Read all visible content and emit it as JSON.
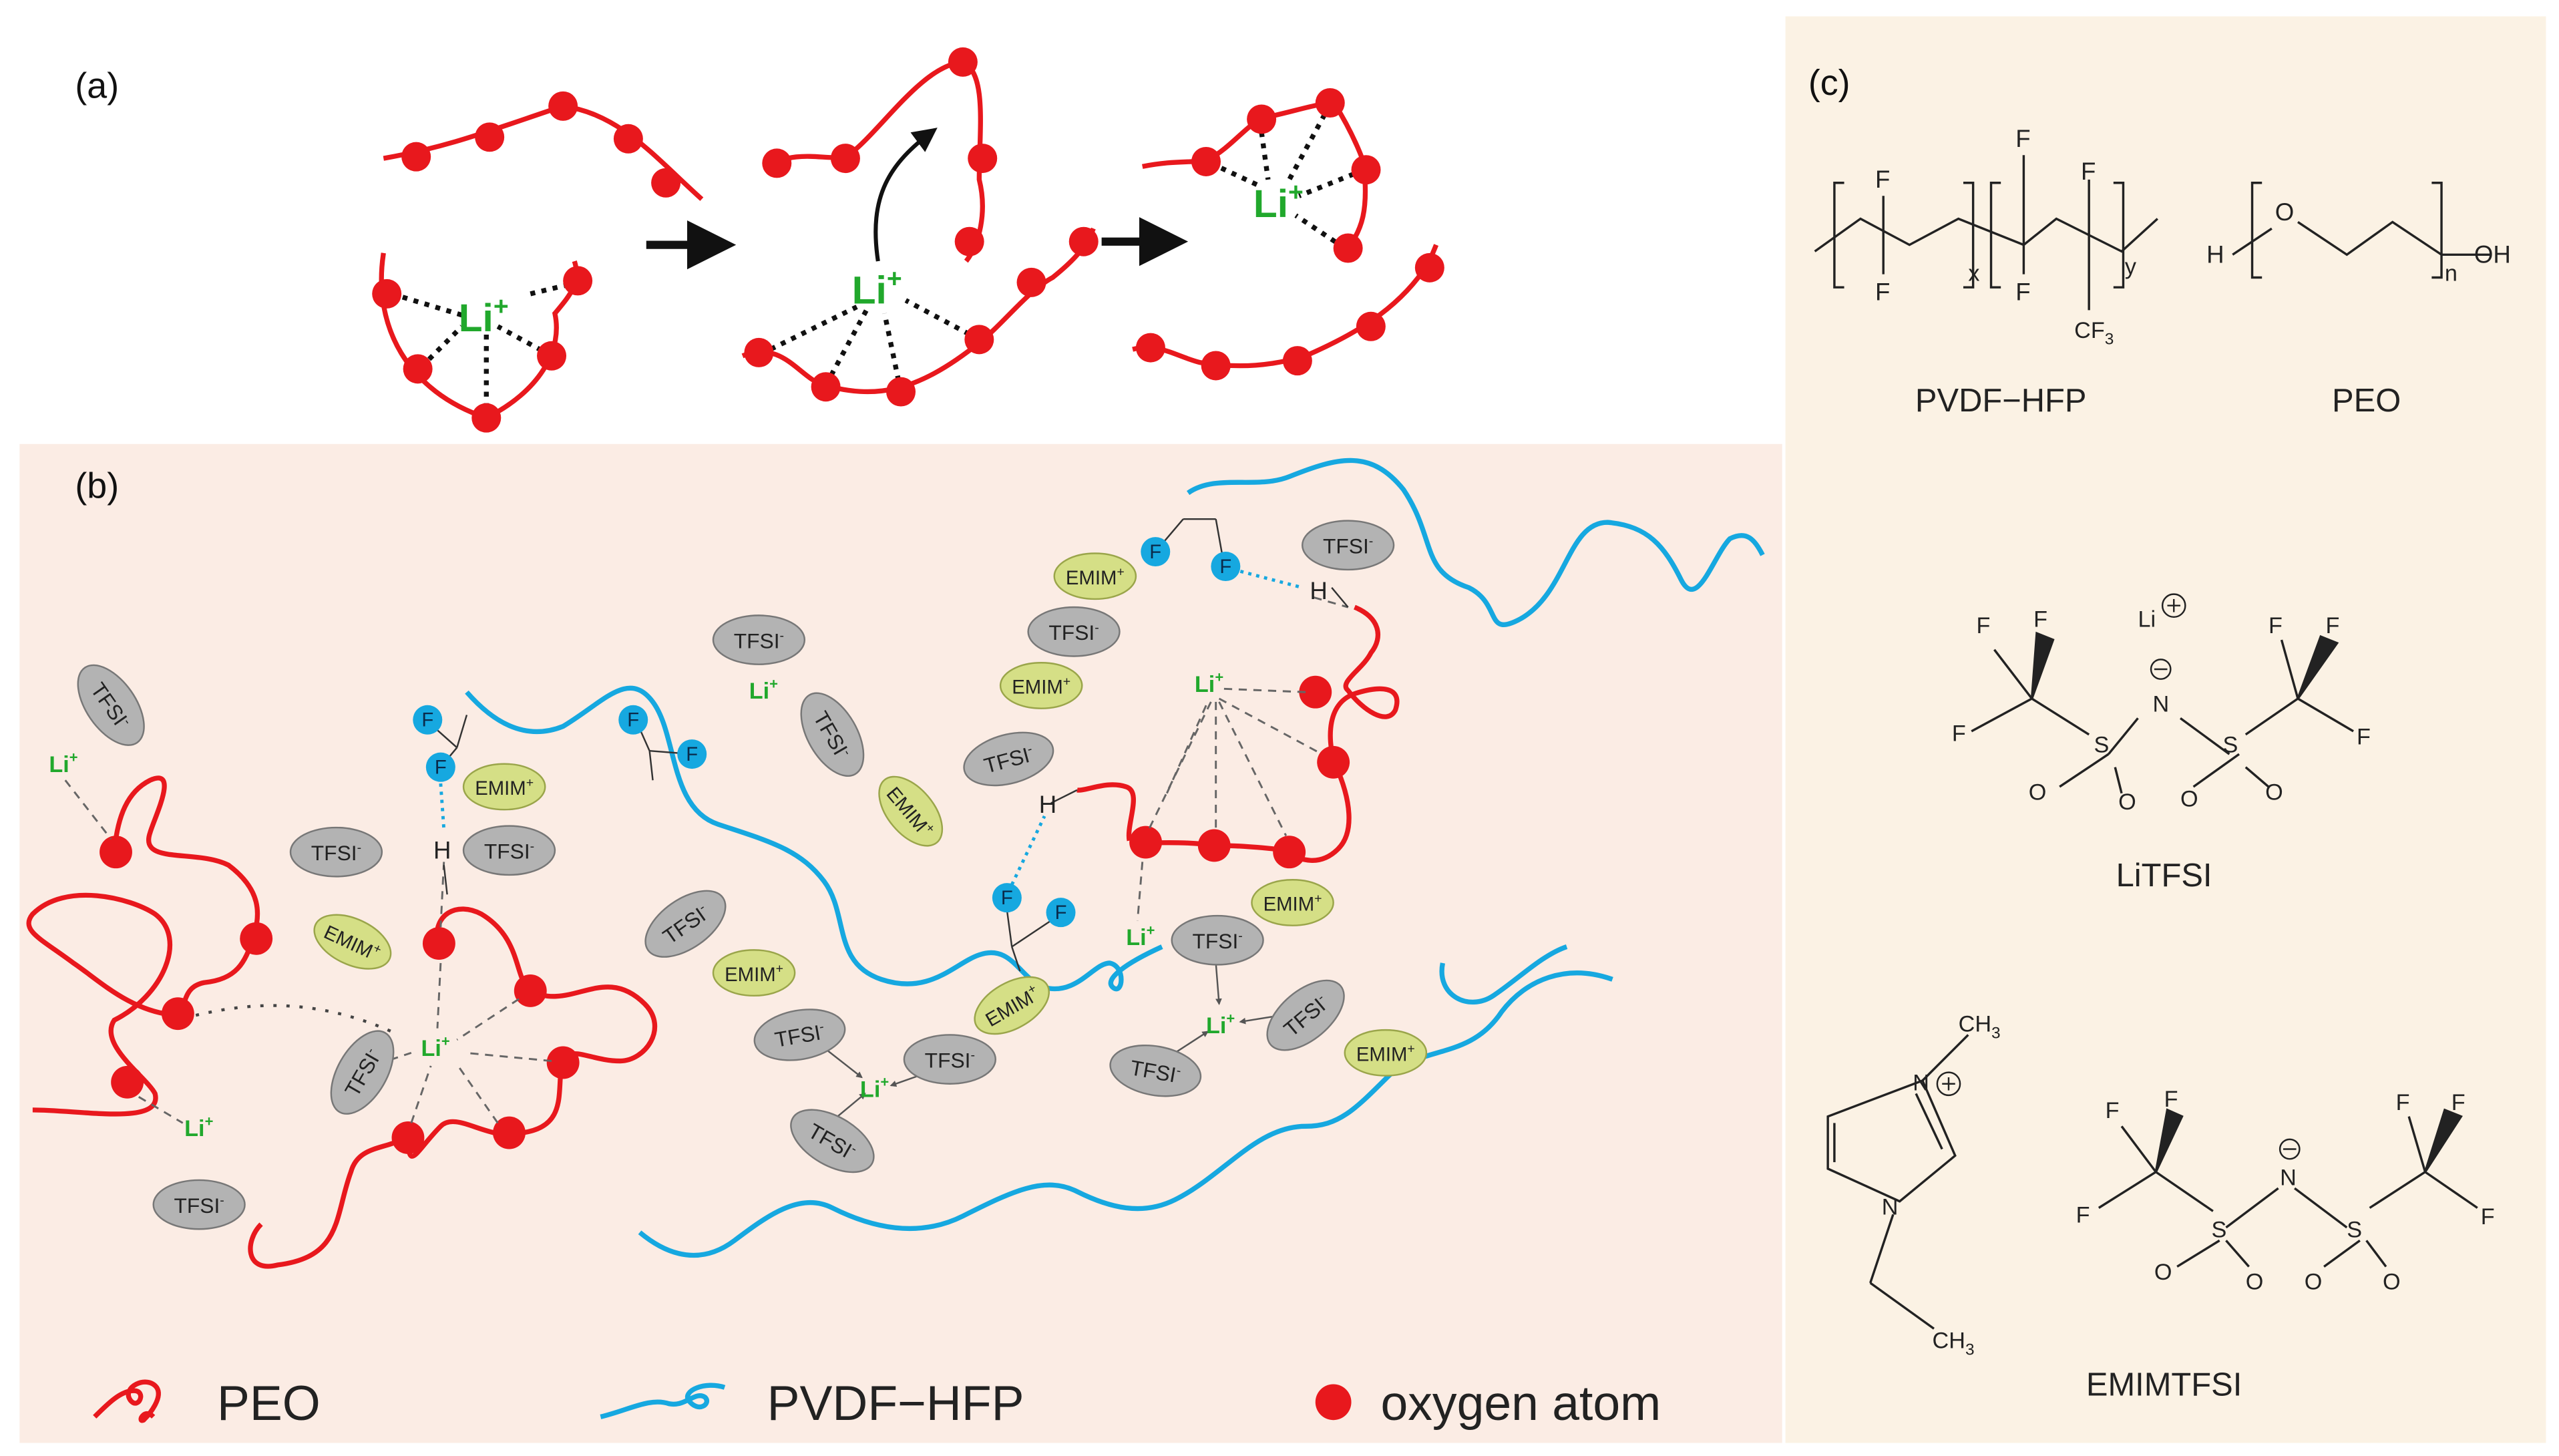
{
  "panel_labels": {
    "a": "(a)",
    "b": "(b)",
    "c": "(c)"
  },
  "species": {
    "li_ion": "Li",
    "li_charge": "+",
    "tfsi": "TFSI",
    "tfsi_charge": "-",
    "emim": "EMIM",
    "emim_charge": "+",
    "fluorine": "F",
    "hydrogen": "H"
  },
  "legend": {
    "peo": "PEO",
    "pvdf_hfp": "PVDF−HFP",
    "oxygen": "oxygen atom"
  },
  "structures": {
    "pvdf_hfp": {
      "name": "PVDF−HFP",
      "atom_f": "F",
      "sub_x": "x",
      "sub_y": "y",
      "cf3": "CF",
      "cf3_sub": "3"
    },
    "peo": {
      "name": "PEO",
      "atom_h": "H",
      "atom_o": "O",
      "sub_n": "n",
      "oh": "OH"
    },
    "litfsi": {
      "name": "LiTFSI",
      "li": "Li",
      "atom_f": "F",
      "atom_s": "S",
      "atom_o": "O",
      "atom_n": "N"
    },
    "emimtfsi": {
      "name": "EMIMTFSI",
      "atom_n": "N",
      "ch3": "CH",
      "ch3_sub": "3",
      "atom_f": "F",
      "atom_s": "S",
      "atom_o": "O"
    }
  },
  "colors": {
    "peo_red": "#e8181d",
    "pvdf_blue": "#16a8e0",
    "li_green": "#21a82c",
    "tfsi_gray": "#b3b3b3",
    "emim_yellow": "#d5df86",
    "panel_b_bg": "#fbece4",
    "panel_c_bg": "#fbf2e4"
  }
}
